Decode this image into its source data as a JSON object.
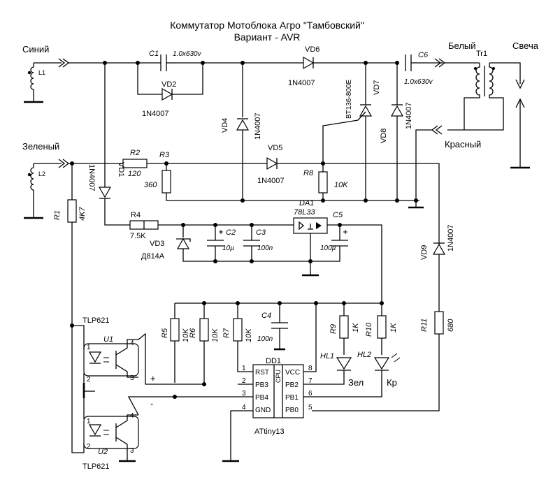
{
  "title": {
    "line1": "Коммутатор Мотоблока Агро \"Тамбовский\"",
    "line2": "Вариант - AVR"
  },
  "wires": {
    "blue": "Синий",
    "green": "Зеленый",
    "white": "Белый",
    "red": "Красный",
    "plug": "Свеча"
  },
  "coils": {
    "l1": "L1",
    "l2": "L2",
    "tr1": "Tr1"
  },
  "components": {
    "c1": {
      "ref": "C1",
      "value": "1.0x630v"
    },
    "c6": {
      "ref": "C6",
      "value": "1.0x630v"
    },
    "c2": {
      "ref": "C2",
      "value": "10µ"
    },
    "c3": {
      "ref": "C3",
      "value": "100n"
    },
    "c4": {
      "ref": "C4",
      "value": "100n"
    },
    "c5": {
      "ref": "C5",
      "value": "100µ"
    },
    "vd1": {
      "ref": "VD1",
      "value": "1N4007"
    },
    "vd2": {
      "ref": "VD2",
      "value": "1N4007"
    },
    "vd3": {
      "ref": "VD3",
      "value": "Д814А"
    },
    "vd4": {
      "ref": "VD4",
      "value": "1N4007"
    },
    "vd5": {
      "ref": "VD5",
      "value": "1N4007"
    },
    "vd6": {
      "ref": "VD6",
      "value": "1N4007"
    },
    "vd7": {
      "ref": "VD7",
      "value": "BT136-800E"
    },
    "vd8": {
      "ref": "VD8",
      "value": "1N4007"
    },
    "vd9": {
      "ref": "VD9",
      "value": "1N4007"
    },
    "r1": {
      "ref": "R1",
      "value": "4K7"
    },
    "r2": {
      "ref": "R2",
      "value": "120"
    },
    "r3": {
      "ref": "R3",
      "value": "360"
    },
    "r4": {
      "ref": "R4",
      "value": "7.5K"
    },
    "r5": {
      "ref": "R5",
      "value": "10K"
    },
    "r6": {
      "ref": "R6",
      "value": "10K"
    },
    "r7": {
      "ref": "R7",
      "value": "10K"
    },
    "r8": {
      "ref": "R8",
      "value": "10K"
    },
    "r9": {
      "ref": "R9",
      "value": "1K"
    },
    "r10": {
      "ref": "R10",
      "value": "1K"
    },
    "r11": {
      "ref": "R11",
      "value": "680"
    },
    "da1": {
      "ref": "DA1",
      "value": "78L33"
    },
    "hl1": {
      "ref": "HL1",
      "label": "Зел"
    },
    "hl2": {
      "ref": "HL2",
      "label": "Кр"
    },
    "u1": {
      "ref": "U1",
      "part": "TLP621"
    },
    "u2": {
      "ref": "U2",
      "part": "TLP621"
    }
  },
  "opto_pins": {
    "p1": "1",
    "p2": "2",
    "p3": "3",
    "p4": "4"
  },
  "polarity": {
    "plus": "+",
    "minus": "-"
  },
  "mcu": {
    "ref": "DD1",
    "part": "ATtiny13",
    "cpu": "CPU",
    "left_pins": [
      {
        "num": "1",
        "name": "RST"
      },
      {
        "num": "2",
        "name": "PB3"
      },
      {
        "num": "3",
        "name": "PB4"
      },
      {
        "num": "4",
        "name": "GND"
      }
    ],
    "right_pins": [
      {
        "num": "8",
        "name": "VCC"
      },
      {
        "num": "7",
        "name": "PB2"
      },
      {
        "num": "6",
        "name": "PB1"
      },
      {
        "num": "5",
        "name": "PB0"
      }
    ]
  }
}
